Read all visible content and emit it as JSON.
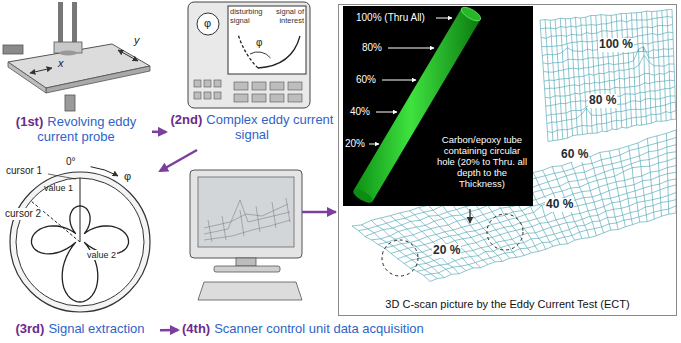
{
  "diagram": {
    "nodes": [
      {
        "text": [
          "(1st)",
          "Revolving eddy current probe"
        ]
      },
      {
        "text": [
          "(2nd)",
          "Complex eddy current signal"
        ]
      },
      {
        "text": [
          "(3rd)",
          "Signal extraction"
        ]
      },
      {
        "text": [
          "(4th)",
          "Scanner control unit data acquisition"
        ]
      },
      {
        "text": [
          "3D C-scan picture by the Eddy Current Test (ECT)"
        ]
      },
      {
        "text": [
          "Carbon/epoxy tube containing circular hole (20% to Thru. all depth to the Thickness)"
        ],
        "in": 4
      }
    ],
    "edges": [
      {
        "from": 0,
        "to": 1,
        "arrow": "to"
      },
      {
        "from": 1,
        "to": 2,
        "arrow": "to"
      },
      {
        "from": 2,
        "to": 3,
        "arrow": "to"
      }
    ],
    "labels": [
      "x",
      "y",
      "φ",
      "disturbing signal",
      "signal of interest",
      "φ",
      "cursor 1",
      "value 1",
      "0°",
      "φ",
      "cursor 2",
      "value 2",
      "100% (Thru All)",
      "80%",
      "60%",
      "40%",
      "20%",
      "100 %",
      "80 %",
      "60 %",
      "40 %",
      "20 %"
    ]
  }
}
